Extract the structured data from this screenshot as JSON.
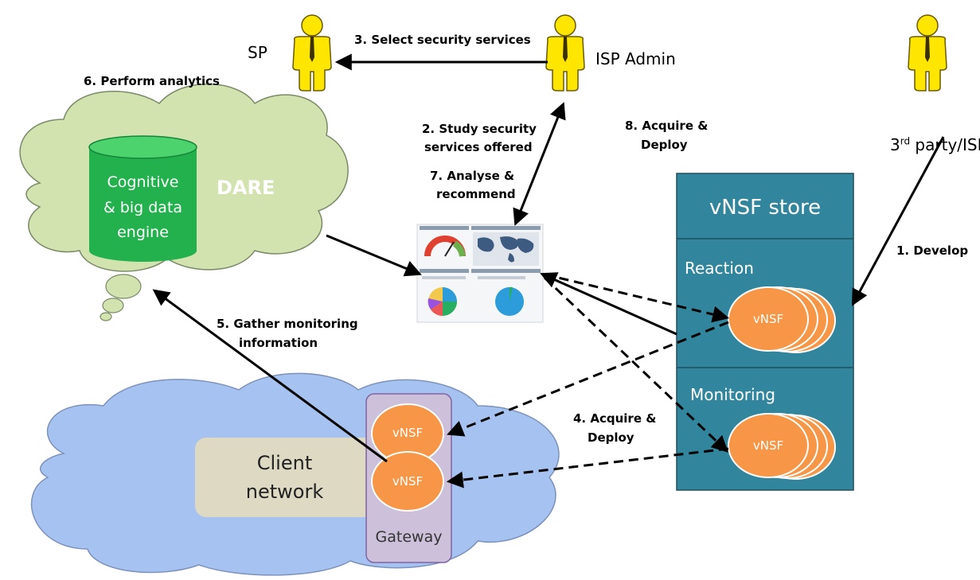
{
  "actors": {
    "sp": "SP",
    "isp_admin": "ISP Admin",
    "third_party_base": "3",
    "third_party_sup": "rd",
    "third_party_rest": " party/ISP"
  },
  "steps": {
    "develop": "1. Develop",
    "study_1": "2. Study security",
    "study_2": "services offered",
    "select": "3. Select security services",
    "acquire_deploy_4a": "4. Acquire &",
    "acquire_deploy_4b": "Deploy",
    "gather_1": "5. Gather monitoring",
    "gather_2": "information",
    "perform": "6. Perform analytics",
    "analyse_1": "7. Analyse &",
    "analyse_2": "recommend",
    "acquire_deploy_8a": "8. Acquire &",
    "acquire_deploy_8b": "Deploy"
  },
  "dare": {
    "title": "DARE",
    "engine_1": "Cognitive",
    "engine_2": "& big data",
    "engine_3": "engine"
  },
  "store": {
    "title": "vNSF store",
    "reaction": "Reaction",
    "monitoring": "Monitoring",
    "vnsf": "vNSF"
  },
  "client": {
    "network_1": "Client",
    "network_2": "network",
    "gateway": "Gateway",
    "vnsf": "vNSF"
  },
  "colors": {
    "cloud_green": "#d2e3b0",
    "cloud_blue": "#a6c2f0",
    "engine_green": "#22b14c",
    "store_teal": "#31859c",
    "vnsf_orange": "#f79646",
    "gateway_lavender": "#ccc0da",
    "client_box": "#ddd9c3",
    "person_yellow": "#ffe600"
  }
}
